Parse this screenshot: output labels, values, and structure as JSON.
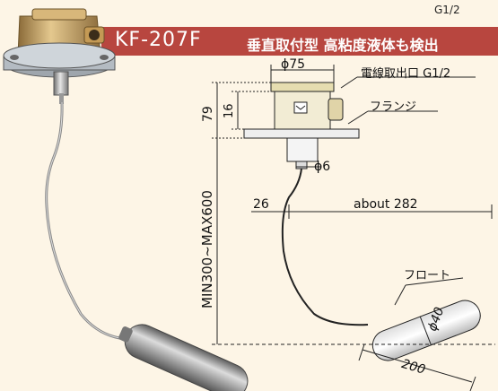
{
  "header": {
    "top_note": "G1/2",
    "model": "KF-207F",
    "description": "垂直取付型 高粘度液体も検出"
  },
  "dimensions": {
    "flange_width": "ϕ75",
    "cable_outlet": "電線取出口 G1/2",
    "flange_label": "フランジ",
    "height_79": "79",
    "height_16": "16",
    "stem_diameter": "ϕ6",
    "offset_26": "26",
    "about_282": "about 282",
    "length_range": "MIN300~MAX600",
    "float_label": "フロート",
    "float_diameter": "ϕ40",
    "float_length": "200"
  },
  "colors": {
    "banner": "#b8463f",
    "background": "#fdf5e6",
    "brass": "#c9a56a",
    "steel": "#a9a9a9"
  }
}
